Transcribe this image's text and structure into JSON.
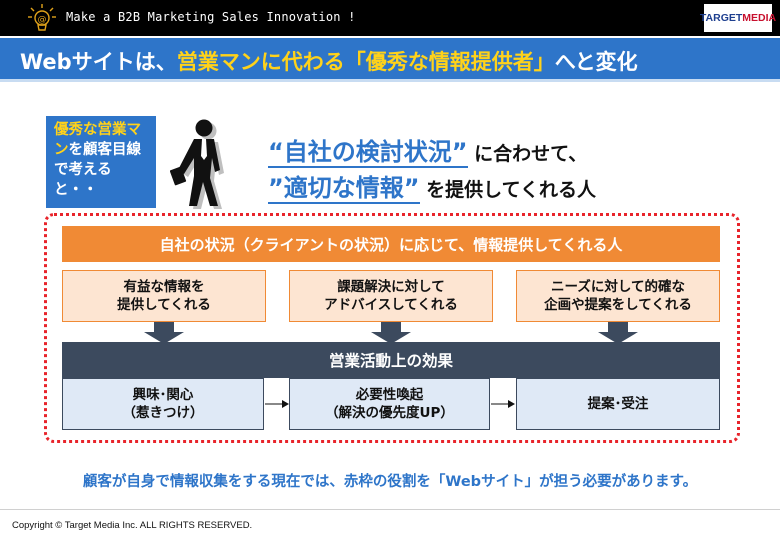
{
  "header": {
    "tagline": "Make a B2B Marketing Sales Innovation !",
    "logo_part1": "TARGET",
    "logo_part2": " MEDIA",
    "icon": "lightbulb-icon"
  },
  "title": {
    "part1": "Webサイトは、",
    "highlight": "営業マンに代わる「優秀な情報提供者」",
    "part2": "へと変化"
  },
  "callout": {
    "highlight": "優秀な営業マン",
    "rest": "を顧客目線で考えると・・"
  },
  "headline": {
    "line1_emph": "“自社の検討状況”",
    "line1_rest": " に合わせて、",
    "line2_emph": "”適切な情報”",
    "line2_rest": " を提供してくれる人"
  },
  "orange_bar": "自社の状況（クライアントの状況）に応じて、情報提供してくれる人",
  "benefits": [
    {
      "line1": "有益な情報を",
      "line2": "提供してくれる"
    },
    {
      "line1": "課題解決に対して",
      "line2": "アドバイスしてくれる"
    },
    {
      "line1": "ニーズに対して的確な",
      "line2": "企画や提案をしてくれる"
    }
  ],
  "effects_title": "営業活動上の効果",
  "effects": [
    {
      "line1": "興味･関心",
      "line2": "（惹きつけ）"
    },
    {
      "line1": "必要性喚起",
      "line2": "（解決の優先度UP）"
    },
    {
      "line1": "提案･受注",
      "line2": ""
    }
  ],
  "footer_message": "顧客が自身で情報収集をする現在では、赤枠の役割を「Webサイト」が担う必要があります。",
  "copyright": "Copyright © Target Media Inc. ALL RIGHTS RESERVED.",
  "colors": {
    "accent_blue": "#2e75c9",
    "highlight_yellow": "#ffd21a",
    "orange": "#f08a35",
    "dark_slate": "#3c4a5e",
    "red_dotted": "#e8242b"
  }
}
